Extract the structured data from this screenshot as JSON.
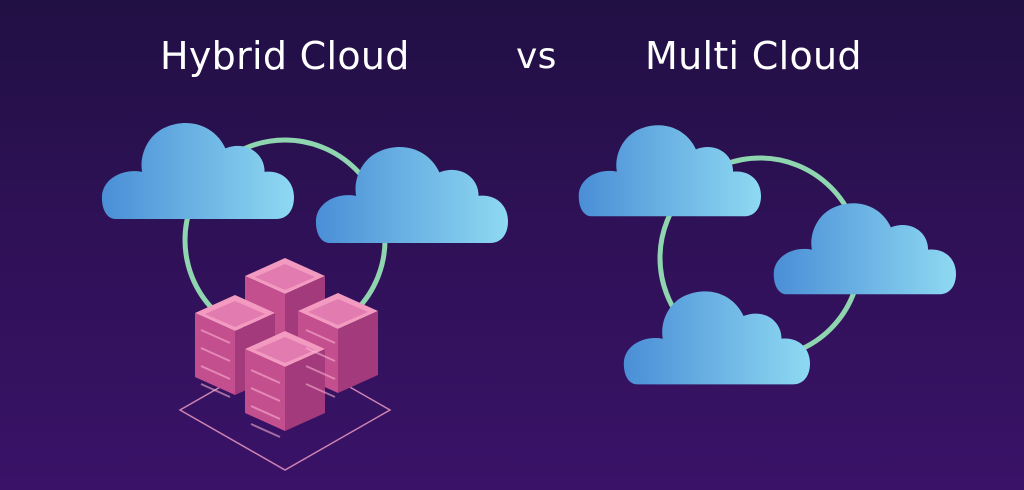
{
  "header": {
    "left_title": "Hybrid Cloud",
    "separator": "vs",
    "right_title": "Multi Cloud"
  },
  "colors": {
    "background_top": "#211044",
    "background_bottom": "#3a1268",
    "cloud_light": "#8ed9f2",
    "cloud_dark": "#4a8ed6",
    "connector": "#8fd6b0",
    "server_top": "#f39ac0",
    "server_side": "#c44f8f",
    "server_front": "#a23a7b",
    "floor_outline": "#f4a0c6"
  },
  "diagrams": {
    "hybrid": {
      "clouds": 2,
      "server_racks": 4
    },
    "multi": {
      "clouds": 3
    }
  }
}
